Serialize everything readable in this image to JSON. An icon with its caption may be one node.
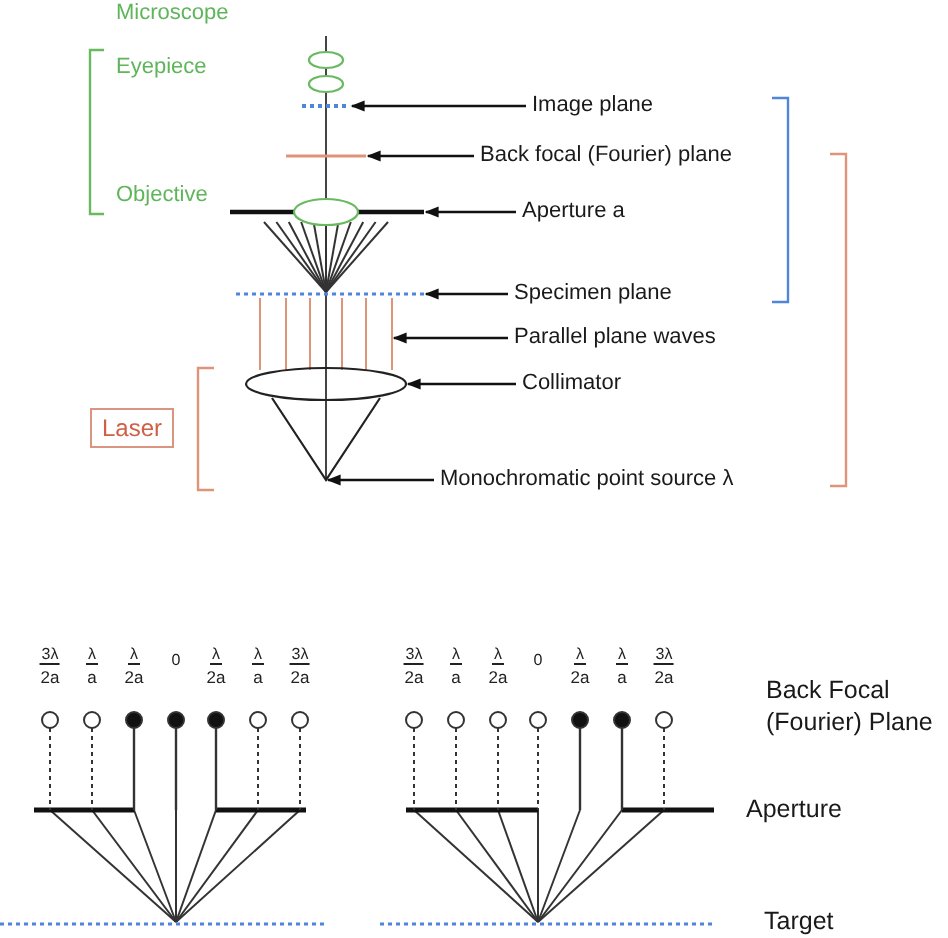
{
  "diagram": {
    "nodes": [
      {
        "text": [
          "Image plane"
        ]
      },
      {
        "text": [
          "Back focal (Fourier) plane"
        ]
      },
      {
        "text": [
          "Aperture a"
        ]
      },
      {
        "text": [
          "Specimen plane"
        ]
      },
      {
        "text": [
          "Parallel plane waves"
        ]
      },
      {
        "text": [
          "Collimator"
        ]
      },
      {
        "text": [
          "Laser"
        ]
      },
      {
        "text": [
          "Monochromatic point source λ"
        ]
      },
      {
        "text": [],
        "shape": "line"
      },
      {
        "text": [],
        "shape": "line"
      },
      {
        "text": [],
        "shape": "bar"
      },
      {
        "text": [],
        "shape": "line"
      },
      {
        "text": [],
        "shape": "lines"
      },
      {
        "text": [],
        "shape": "ellipse"
      },
      {
        "text": [],
        "shape": "cone"
      }
    ],
    "edges": [
      {
        "from": 0,
        "to": 8,
        "arrow": "to"
      },
      {
        "from": 1,
        "to": 9,
        "arrow": "to"
      },
      {
        "from": 2,
        "to": 10,
        "arrow": "to"
      },
      {
        "from": 3,
        "to": 11,
        "arrow": "to"
      },
      {
        "from": 4,
        "to": 12,
        "arrow": "to"
      },
      {
        "from": 5,
        "to": 13,
        "arrow": "to"
      },
      {
        "from": 7,
        "to": 14,
        "arrow": "to"
      }
    ],
    "labels": [
      "Microscope",
      "Eyepiece",
      "Objective",
      "3λ",
      "2a",
      "λ",
      "a",
      "λ",
      "2a",
      "0",
      "λ",
      "2a",
      "λ",
      "a",
      "3λ",
      "2a",
      "3λ",
      "2a",
      "λ",
      "a",
      "λ",
      "2a",
      "0",
      "λ",
      "2a",
      "λ",
      "a",
      "3λ",
      "2a",
      "Back Focal (Fourier) Plane",
      "Aperture",
      "Target"
    ]
  }
}
